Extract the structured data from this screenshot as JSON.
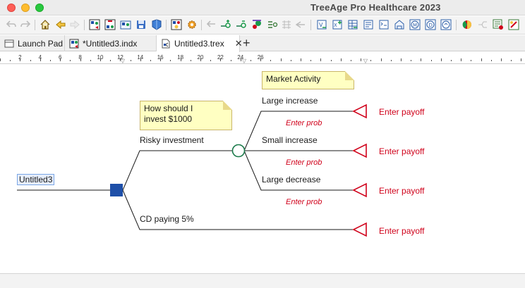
{
  "window": {
    "title": "TreeAge Pro Healthcare 2023"
  },
  "toolbar": {
    "icons": [
      "undo-icon",
      "redo-icon",
      "home-icon",
      "back-icon",
      "forward-icon",
      "new-tree-icon",
      "new-model-icon",
      "open-icon",
      "save-icon",
      "save-all-icon",
      "print-icon",
      "settings-icon",
      "add-branch-icon",
      "insert-node-icon",
      "delete-icon",
      "cut-icon",
      "copy-icon",
      "paste-icon",
      "node-type-icon",
      "variable-icon",
      "distribution-icon",
      "table-icon",
      "function-icon",
      "tracker-icon",
      "markov-icon",
      "model-icon",
      "globe-icon",
      "analysis-icon",
      "sensitivity-icon",
      "calc-icon",
      "help-icon"
    ]
  },
  "tabs": [
    {
      "label": "Launch Pad",
      "icon": "launch-pad-icon"
    },
    {
      "label": "*Untitled3.indx",
      "icon": "index-file-icon"
    },
    {
      "label": "Untitled3.trex",
      "icon": "tree-file-icon",
      "active": true
    }
  ],
  "ruler": {
    "labels": [
      "2",
      "4",
      "6",
      "8",
      "10",
      "12",
      "14",
      "16",
      "18",
      "20",
      "22",
      "24",
      "26"
    ]
  },
  "tree": {
    "root_label": "Untitled3",
    "decision_note": "How should I invest $1000",
    "chance_note": "Market Activity",
    "branches": {
      "risky": "Risky investment",
      "cd": "CD paying 5%",
      "large_increase": "Large increase",
      "small_increase": "Small increase",
      "large_decrease": "Large decrease"
    },
    "prob_placeholder": "Enter prob",
    "payoff_placeholder": "Enter payoff",
    "colors": {
      "decision": "#1e4fa8",
      "chance": "#1a7a4a",
      "terminal": "#d0021b",
      "placeholder": "#d0021b"
    }
  }
}
